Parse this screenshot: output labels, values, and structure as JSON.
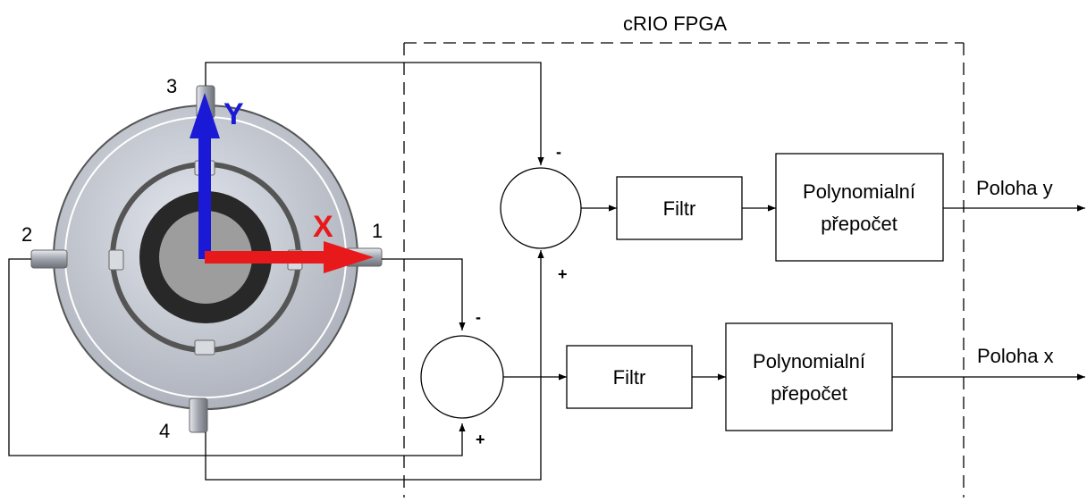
{
  "fpga_region": {
    "label": "cRIO FPGA"
  },
  "sensor": {
    "axis_x_label": "X",
    "axis_y_label": "Y",
    "probe_labels": [
      "1",
      "2",
      "3",
      "4"
    ],
    "colors": {
      "x_axis": "#e8191a",
      "y_axis": "#1a1ad6",
      "plate": "#c9cdd6",
      "ring_dark": "#333333",
      "core": "#9d9d9d"
    }
  },
  "upper_chain": {
    "minus_sign": "-",
    "plus_sign": "+",
    "filter_label": "Filtr",
    "converter_label_line1": "Polynomialní",
    "converter_label_line2": "přepočet",
    "output_label": "Poloha y"
  },
  "lower_chain": {
    "minus_sign": "-",
    "plus_sign": "+",
    "filter_label": "Filtr",
    "converter_label_line1": "Polynomialní",
    "converter_label_line2": "přepočet",
    "output_label": "Poloha x"
  }
}
